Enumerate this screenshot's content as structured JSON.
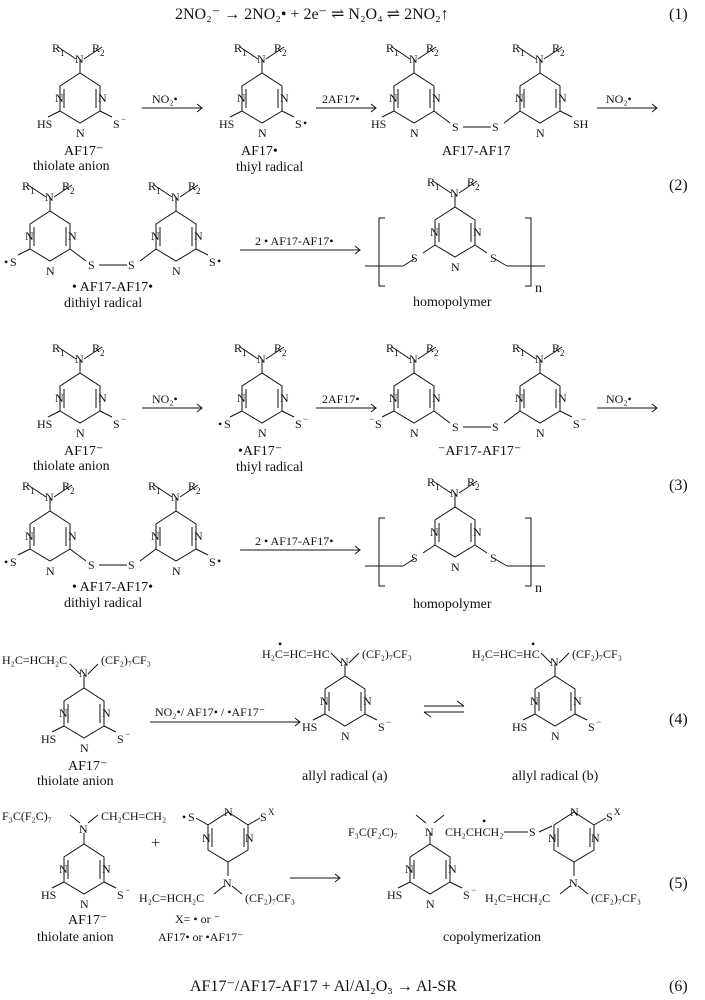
{
  "equations": {
    "eq1": "2NO₂⁻ → 2NO₂• + 2e⁻ ⇌ N₂O₄ ⇌ 2NO₂↑",
    "eq6": "AF17⁻/AF17-AF17 + Al/Al₂O₃ → Al-SR"
  },
  "numbers": [
    "(1)",
    "(2)",
    "(3)",
    "(4)",
    "(5)",
    "(6)"
  ],
  "atoms": {
    "N": "N",
    "S": "S",
    "HS": "HS",
    "SH": "SH"
  },
  "substituents": {
    "R": "R",
    "one": "1",
    "two": "2",
    "allyl": "H₂C=HCH₂C",
    "perfluoro": "(CF₂)₇CF₃",
    "f3c": "F₃C(F₂C)₇",
    "ch2chch2": "CH₂CH=CH₂",
    "allylA": "H₂C=HC=HC",
    "allylB": "H₂C=HC=HC",
    "sx": "X",
    "copolyChain": "CH₂CHCH₂"
  },
  "labels": {
    "af17minus": "AF17⁻",
    "thiolate": "thiolate anion",
    "af17dot": "AF17•",
    "thiyl": "thiyl radical",
    "dimer": "AF17-AF17",
    "dithiylName": "• AF17-AF17•",
    "dithiyl": "dithiyl radical",
    "homopolymer": "homopolymer",
    "dotAf17minus": "•AF17⁻",
    "anionDimer": "⁻AF17-AF17⁻",
    "allylA": "allyl radical (a)",
    "allylB": "allyl radical (b)",
    "xDef1": "X= • or ⁻",
    "xDef2": "AF17• or •AF17⁻",
    "copolymerization": "copolymerization",
    "n": "n",
    "plus": "+"
  },
  "arrows": {
    "no2": "NO₂•",
    "twoAf17": "2AF17•",
    "twoDimer": "2 • AF17-AF17•",
    "eq4": "NO₂•/ AF17• / •AF17⁻"
  }
}
